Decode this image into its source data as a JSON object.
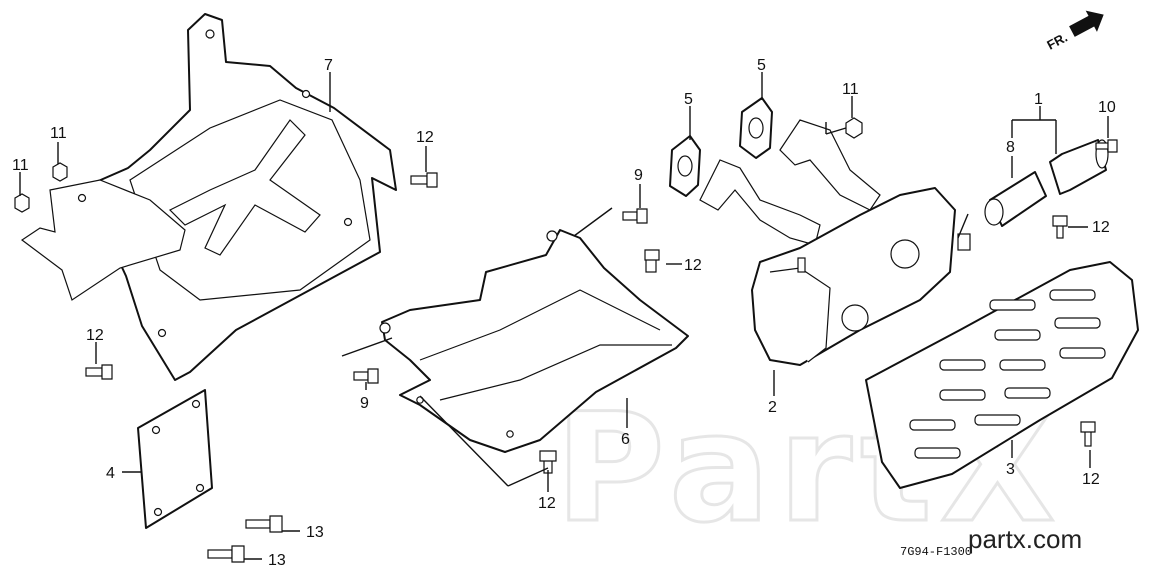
{
  "watermark": {
    "ghost_text": "PartX",
    "site": "partx.com"
  },
  "diagram_code": "7G94-F1300",
  "direction": {
    "label": "FR."
  },
  "callouts": [
    {
      "id": "c-7",
      "text": "7"
    },
    {
      "id": "c-11a",
      "text": "11"
    },
    {
      "id": "c-11b",
      "text": "11"
    },
    {
      "id": "c-12a",
      "text": "12"
    },
    {
      "id": "c-12b",
      "text": "12"
    },
    {
      "id": "c-4",
      "text": "4"
    },
    {
      "id": "c-13a",
      "text": "13"
    },
    {
      "id": "c-13b",
      "text": "13"
    },
    {
      "id": "c-9a",
      "text": "9"
    },
    {
      "id": "c-12c",
      "text": "12"
    },
    {
      "id": "c-9b",
      "text": "9"
    },
    {
      "id": "c-6",
      "text": "6"
    },
    {
      "id": "c-12d",
      "text": "12"
    },
    {
      "id": "c-5a",
      "text": "5"
    },
    {
      "id": "c-5b",
      "text": "5"
    },
    {
      "id": "c-11c",
      "text": "11"
    },
    {
      "id": "c-1",
      "text": "1"
    },
    {
      "id": "c-10",
      "text": "10"
    },
    {
      "id": "c-8",
      "text": "8"
    },
    {
      "id": "c-12e",
      "text": "12"
    },
    {
      "id": "c-2",
      "text": "2"
    },
    {
      "id": "c-3",
      "text": "3"
    },
    {
      "id": "c-12f",
      "text": "12"
    }
  ]
}
